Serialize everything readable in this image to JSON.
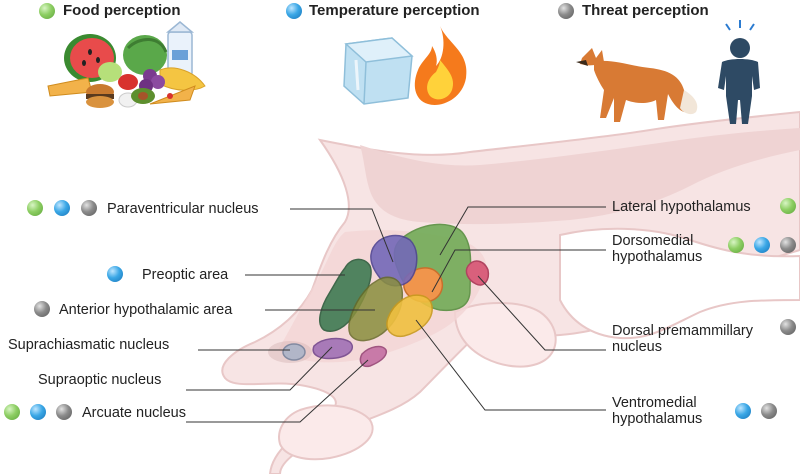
{
  "header": {
    "food": "Food perception",
    "temperature": "Temperature perception",
    "threat": "Threat perception"
  },
  "legend_colors": {
    "food": "#6abf45",
    "temperature": "#2b9ad9",
    "threat": "#7a7a7a"
  },
  "labels": {
    "paraventricular": "Paraventricular nucleus",
    "preoptic": "Preoptic area",
    "anterior": "Anterior hypothalamic area",
    "suprachiasmatic": "Suprachiasmatic nucleus",
    "supraoptic": "Supraoptic nucleus",
    "arcuate": "Arcuate nucleus",
    "lateral": "Lateral hypothalamus",
    "dorsomedial": "Dorsomedial hypothalamus",
    "premammillary": "Dorsal premammillary nucleus",
    "ventromedial": "Ventromedial hypothalamus"
  }
}
